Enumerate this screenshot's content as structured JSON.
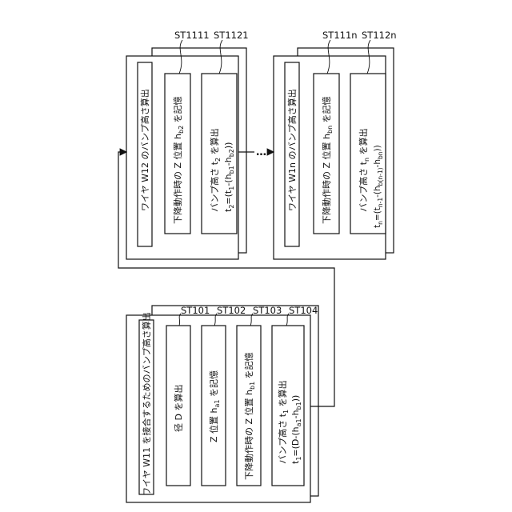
{
  "groups": [
    {
      "id": "w11",
      "title": "ワイヤ W11 を接合するためのバンプ高さ算出",
      "steps": [
        {
          "ref": "ST101",
          "lines": [
            "径 D を算出"
          ]
        },
        {
          "ref": "ST102",
          "lines": [
            "Z 位置 h",
            "a1",
            " を記憶"
          ]
        },
        {
          "ref": "ST103",
          "lines": [
            "下降動作時の Z 位置 h",
            "b1",
            " を記憶"
          ]
        },
        {
          "ref": "ST104",
          "lines": [
            "バンプ高さ t",
            "1",
            " を算出",
            "t",
            "1",
            "=(D-(h",
            "a1",
            "-h",
            "b1",
            "))"
          ]
        }
      ]
    },
    {
      "id": "w12",
      "title": "ワイヤ W12 のバンプ高さ算出",
      "steps": [
        {
          "ref": "ST1111",
          "lines": [
            "下降動作時の Z 位置 h",
            "b2",
            " を記憶"
          ]
        },
        {
          "ref": "ST1121",
          "lines": [
            "バンプ高さ t",
            "2",
            " を算出",
            "t",
            "2",
            "=(t",
            "1",
            "-(h",
            "b1",
            "-h",
            "b2",
            "))"
          ]
        }
      ]
    },
    {
      "id": "w1n",
      "title": "ワイヤ W1n のバンプ高さ算出",
      "steps": [
        {
          "ref": "ST111n",
          "lines": [
            "下降動作時の Z 位置 h",
            "bn",
            " を記憶"
          ]
        },
        {
          "ref": "ST112n",
          "lines": [
            "バンプ高さ t",
            "n",
            " を算出",
            "t",
            "n",
            "=(t",
            "n-1",
            "-(h",
            "b(n-1)",
            "-h",
            "bn",
            "))"
          ]
        }
      ]
    }
  ],
  "ellipsis": "…"
}
